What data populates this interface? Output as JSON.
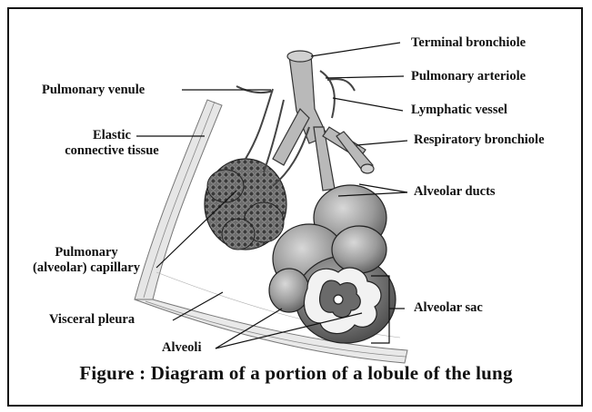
{
  "figure": {
    "caption": "Figure : Diagram of a portion of a lobule of the lung"
  },
  "labels": {
    "terminal_bronchiole": "Terminal bronchiole",
    "pulmonary_arteriole": "Pulmonary arteriole",
    "pulmonary_venule": "Pulmonary venule",
    "lymphatic_vessel": "Lymphatic vessel",
    "elastic_line1": "Elastic",
    "elastic_line2": "connective tissue",
    "respiratory_bronchiole": "Respiratory bronchiole",
    "alveolar_ducts": "Alveolar ducts",
    "capillary_line1": "Pulmonary",
    "capillary_line2": "(alveolar) capillary",
    "alveolar_sac": "Alveolar sac",
    "visceral_pleura": "Visceral pleura",
    "alveoli": "Alveoli"
  }
}
